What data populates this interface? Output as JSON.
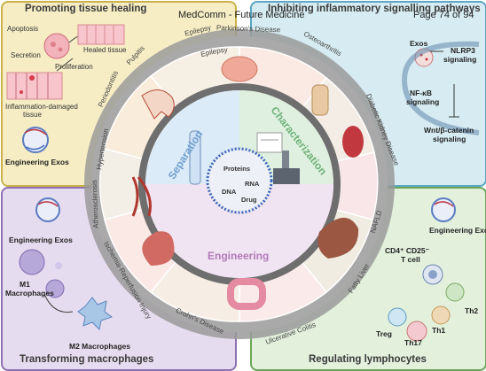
{
  "header": {
    "journal": "MedComm - Future Medicine",
    "page": "Page 74 of 94"
  },
  "panels": {
    "tissue_healing": {
      "title": "Promoting tissue healing",
      "apoptosis": "Apoptosis",
      "secretion": "Secretion",
      "proliferation": "Proliferation",
      "healed": "Healed tissue",
      "damaged_1": "Inflammation-damaged",
      "damaged_2": "tissue",
      "engineering": "Engineering Exos"
    },
    "inflammatory": {
      "title": "Inhibiting inflammatory signalling pathways",
      "exos": "Exos",
      "nlrp3_1": "NLRP3",
      "nlrp3_2": "signaling",
      "nfkb_1": "NF-κB",
      "nfkb_2": "signaling",
      "wnt_1": "Wnt/β-catenin",
      "wnt_2": "signaling"
    },
    "macrophages": {
      "title": "Transforming macrophages",
      "engineering": "Engineering Exos",
      "m1_1": "M1",
      "m1_2": "Macrophages",
      "m2": "M2 Macrophages"
    },
    "lymphocytes": {
      "title": "Regulating lymphocytes",
      "engineering": "Engineering Exos",
      "tcell_1": "CD4⁺ CD25⁻",
      "tcell_2": "T cell",
      "treg": "Treg",
      "th17": "Th17",
      "th1": "Th1",
      "th2": "Th2"
    }
  },
  "ring_labels": {
    "epilepsy": "Epilepsy",
    "parkinsons": "Parkinson's Disease",
    "osteoarthritis": "Osteoarthritis",
    "diabetic_kidney": "Diabetic Kidney Disease",
    "nafld": "NAFLD",
    "fatty_liver": "Fatty Liver",
    "ulcerative_colitis": "Ulcerative Colitis",
    "crohns": "Crohn's Disease",
    "ischemia": "Ischemia-Reperfusion Injury",
    "atherosclerosis": "Atherosclerosis",
    "hypertension": "Hypertension",
    "periodontitis": "Periodontitis",
    "pulpitis": "Pulpitis"
  },
  "center": {
    "separation": "Separation",
    "characterization": "Characterization",
    "engineering": "Engineering",
    "proteins": "Proteins",
    "rna": "RNA",
    "dna": "DNA",
    "drug": "Drug"
  },
  "colors": {
    "tl_panel": "#f6edc4",
    "tr_panel": "#d7ecf2",
    "bl_panel": "#e6dcef",
    "br_panel": "#e2f0dc",
    "ring": "#8c8c8c"
  }
}
